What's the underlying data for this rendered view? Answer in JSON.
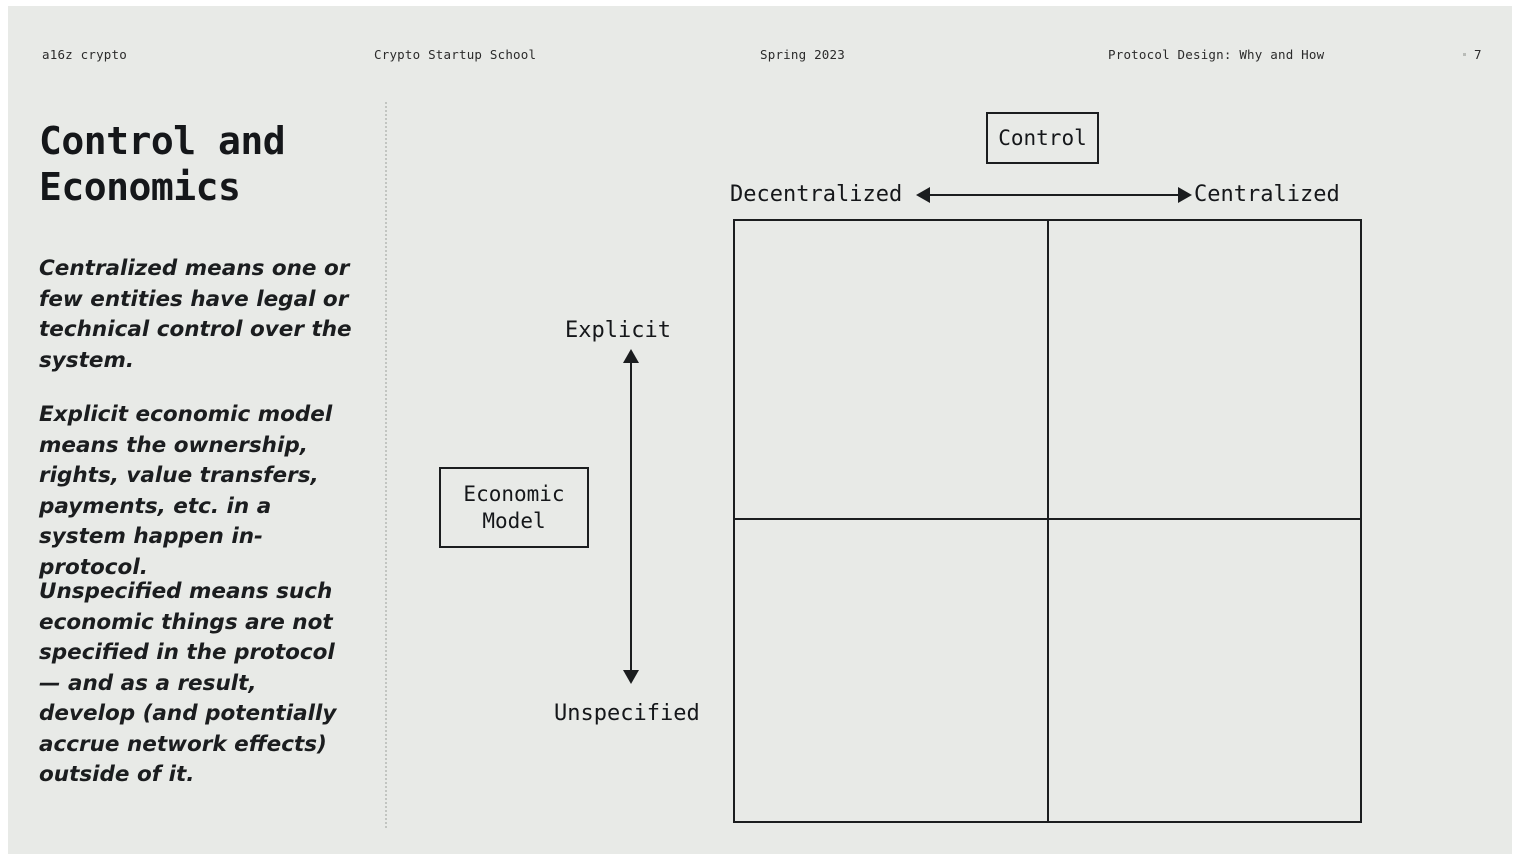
{
  "header": {
    "brand": "a16z crypto",
    "course": "Crypto Startup School",
    "term": "Spring 2023",
    "talk": "Protocol Design: Why and How",
    "page_number": "7"
  },
  "slide": {
    "title": "Control and Economics",
    "paragraphs": [
      "Centralized means one or few entities have legal or technical control over the system.",
      "Explicit economic model means the ownership, rights, value transfers, payments, etc. in a system happen in-protocol.",
      "Unspecified means such economic things are not specified in the protocol — and as a result, develop (and potentially accrue network effects) outside of it."
    ]
  },
  "diagram": {
    "x_axis": {
      "title": "Control",
      "left_label": "Decentralized",
      "right_label": "Centralized"
    },
    "y_axis": {
      "title": "Economic Model",
      "top_label": "Explicit",
      "bottom_label": "Unspecified"
    },
    "quadrants": [
      {
        "id": "top-left",
        "label": ""
      },
      {
        "id": "top-right",
        "label": ""
      },
      {
        "id": "bottom-left",
        "label": ""
      },
      {
        "id": "bottom-right",
        "label": ""
      }
    ]
  },
  "colors": {
    "background": "#e8eae7",
    "ink": "#15171a",
    "line": "#1b1d1f",
    "divider": "#c2c5c1"
  }
}
